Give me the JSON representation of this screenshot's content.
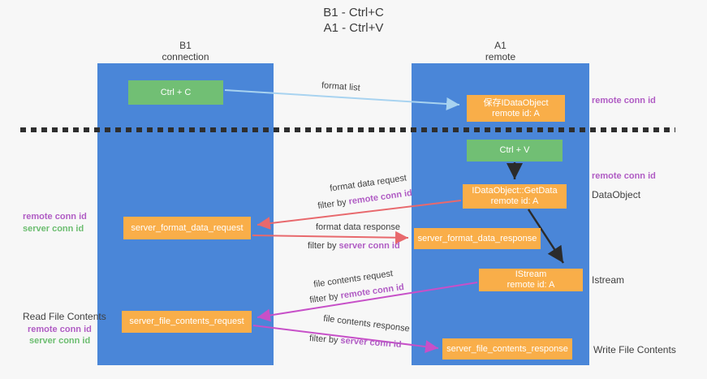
{
  "title": {
    "line1": "B1 - Ctrl+C",
    "line2": "A1 - Ctrl+V"
  },
  "columns": {
    "left": {
      "name": "B1",
      "role": "connection"
    },
    "right": {
      "name": "A1",
      "role": "remote"
    }
  },
  "nodes": {
    "ctrl_c": "Ctrl + C",
    "ctrl_v": "Ctrl + V",
    "save_dataobject_line1": "保存IDataObject",
    "save_dataobject_line2": "remote id: A",
    "getdata_line1": "IDataObject::GetData",
    "getdata_line2": "remote id: A",
    "istream_line1": "IStream",
    "istream_line2": "remote id: A",
    "server_format_data_request": "server_format_data_request",
    "server_format_data_response": "server_format_data_response",
    "server_file_contents_request": "server_file_contents_request",
    "server_file_contents_response": "server_file_contents_response"
  },
  "edges": {
    "format_list": "format list",
    "format_data_request": "format data request",
    "format_data_response": "format data response",
    "file_contents_request": "file contents request",
    "file_contents_response": "file contents response",
    "filter_by": "filter by",
    "remote_conn_id": "remote conn id",
    "server_conn_id": "server conn id"
  },
  "annotations": {
    "left": {
      "remote_conn_id": "remote conn id",
      "server_conn_id": "server conn id",
      "read_file_contents": "Read File Contents",
      "remote_conn_id_2": "remote conn id",
      "server_conn_id_2": "server conn id"
    },
    "right": {
      "remote_conn_id_top": "remote conn id",
      "remote_conn_id_mid": "remote conn id",
      "dataobject": "DataObject",
      "istream": "Istream",
      "write_file_contents": "Write File Contents"
    }
  },
  "colors": {
    "column_blue": "#4a86d8",
    "node_green": "#71bf74",
    "node_orange": "#f9ae49",
    "arrow_light_blue": "#a8d3f0",
    "arrow_red": "#e8696d",
    "arrow_magenta": "#c750c8",
    "arrow_black": "#2b2b2b",
    "label_purple": "#b05cc4",
    "label_green": "#6cbd70",
    "text_dark": "#3f3f3f"
  }
}
